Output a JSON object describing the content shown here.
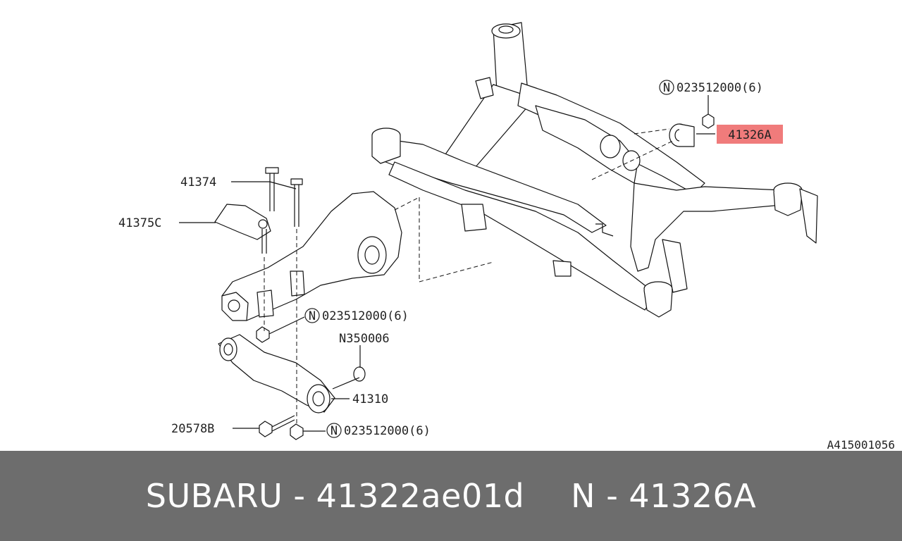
{
  "diagram": {
    "labels": {
      "subframe_nut_top": "023512000(6)",
      "highlight_part": "41326A",
      "bolt": "41374",
      "bracket": "41375C",
      "diff_nut": "023512000(6)",
      "washer_nut": "N350006",
      "diff_member": "41310",
      "member_bolt": "20578B",
      "bottom_nut": "023512000(6)",
      "drawing_ref": "A415001056"
    },
    "n_symbol": "N",
    "highlight_color": "#f07b7b"
  },
  "footer": {
    "brand_part": "SUBARU - 41322ae01d",
    "oem_part": "N - 41326A"
  }
}
